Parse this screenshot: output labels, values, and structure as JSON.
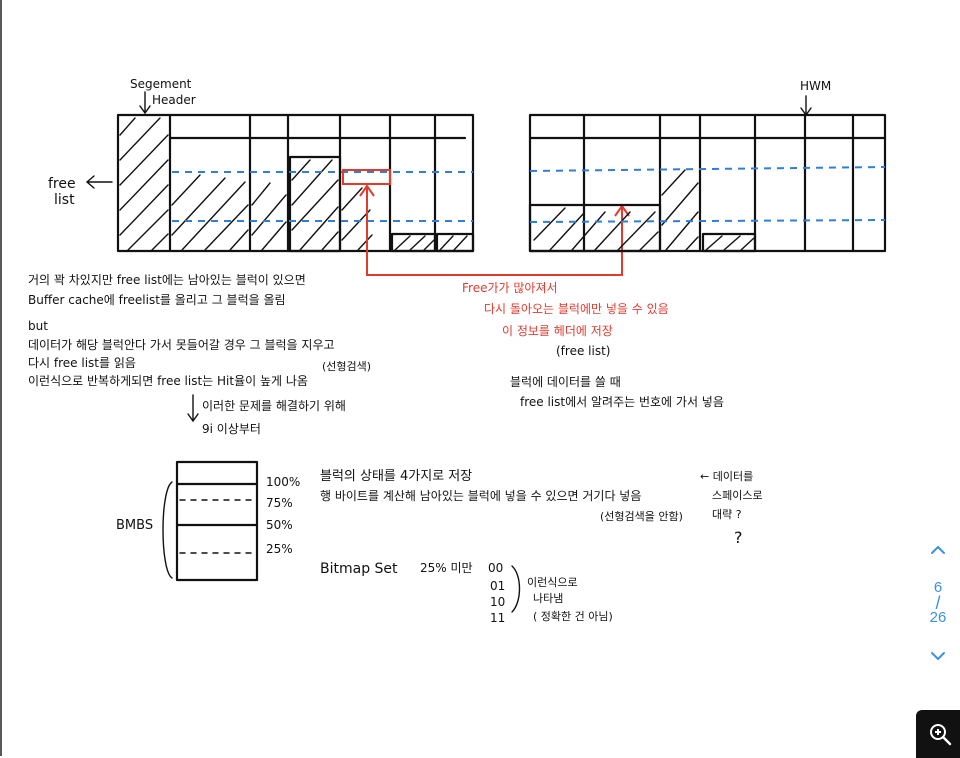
{
  "notes": {
    "segment_header_label_1": "Segement",
    "segment_header_label_2": "Header",
    "free_list_label_1": "free",
    "free_list_label_2": "list",
    "hwm_label": "HWM",
    "left_line_1": "거의 꽉 차있지만 free list에는 남아있는 블럭이 있으면",
    "left_line_2": "Buffer cache에 freelist를 올리고 그 블럭을 올림",
    "left_line_3": "but",
    "left_line_4": "데이터가 해당 블럭안다 가서 못들어갈 경우 그 블럭을 지우고",
    "left_line_5": "다시 free list를 읽음",
    "left_line_6": "이런식으로 반복하게되면 free list는 Hit율이 높게 나옴",
    "left_line_6_note": "(선형검색)",
    "left_line_7": "이러한 문제를 해결하기 위해",
    "left_line_8": "9i 이상부터",
    "red_line_1": "Free가가 많아져서",
    "red_line_2": "다시 돌아오는 블럭에만 넣을 수 있음",
    "red_line_3": "이 정보를 헤더에 저장",
    "red_line_4": "(free list)",
    "right_line_1": "블럭에 데이터를 쓸 때",
    "right_line_2": "free list에서 알려주는 번호에 가서 넣음",
    "bmbs_label": "BMBS",
    "pct_100": "100%",
    "pct_75": "75%",
    "pct_50": "50%",
    "pct_25": "25%",
    "bm_line_1": "블럭의 상태를 4가지로 저장",
    "bm_line_2": "행 바이트를 계산해 남아있는 블럭에 넣을 수 있으면 거기다 넣음",
    "bm_line_2_note": "(선형검색을 안함)",
    "side_note_1": "← 데이터를",
    "side_note_2": "스페이스로",
    "side_note_3": "대략 ?",
    "side_note_4": "?",
    "bitmap_label": "Bitmap Set",
    "bitmap_pct": "25% 미만",
    "bitmap_codes": [
      "00",
      "01",
      "10",
      "11"
    ],
    "bitmap_note_1": "이런식으로",
    "bitmap_note_2": "나타냄",
    "bitmap_note_3": "( 정확한 건 아님)"
  },
  "pager": {
    "current": "6",
    "separator": "/",
    "total": "26",
    "up_icon": "chevron-up-icon",
    "down_icon": "chevron-down-icon",
    "zoom_icon": "zoom-in-icon"
  },
  "colors": {
    "ink": "#111111",
    "blue": "#2f7fd6",
    "red": "#e23b2e",
    "pager": "#3d8fe0"
  }
}
